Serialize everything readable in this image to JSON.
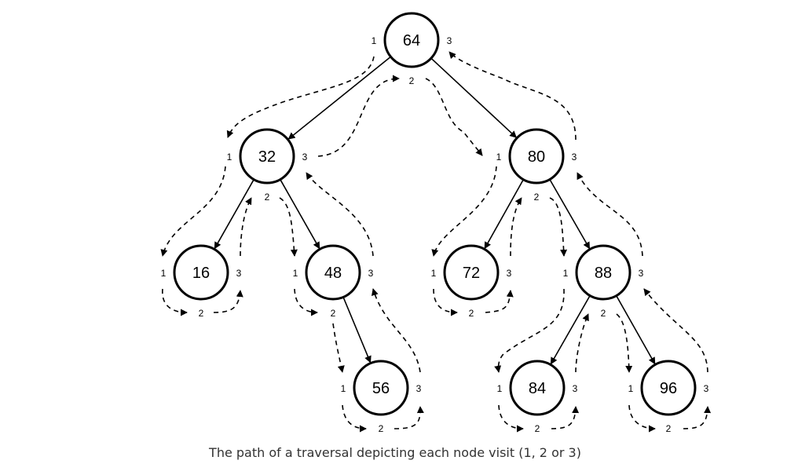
{
  "caption": "The path of a traversal depicting each node visit (1, 2 or 3)",
  "visit_labels": {
    "first": "1",
    "second": "2",
    "third": "3"
  },
  "nodes": [
    {
      "id": "n64",
      "label": "64"
    },
    {
      "id": "n32",
      "label": "32"
    },
    {
      "id": "n80",
      "label": "80"
    },
    {
      "id": "n16",
      "label": "16"
    },
    {
      "id": "n48",
      "label": "48"
    },
    {
      "id": "n72",
      "label": "72"
    },
    {
      "id": "n88",
      "label": "88"
    },
    {
      "id": "n56",
      "label": "56"
    },
    {
      "id": "n84",
      "label": "84"
    },
    {
      "id": "n96",
      "label": "96"
    }
  ],
  "edges": [
    {
      "from": "n64",
      "to": "n32"
    },
    {
      "from": "n64",
      "to": "n80"
    },
    {
      "from": "n32",
      "to": "n16"
    },
    {
      "from": "n32",
      "to": "n48"
    },
    {
      "from": "n48",
      "to": "n56"
    },
    {
      "from": "n80",
      "to": "n72"
    },
    {
      "from": "n80",
      "to": "n88"
    },
    {
      "from": "n88",
      "to": "n84"
    },
    {
      "from": "n88",
      "to": "n96"
    }
  ]
}
